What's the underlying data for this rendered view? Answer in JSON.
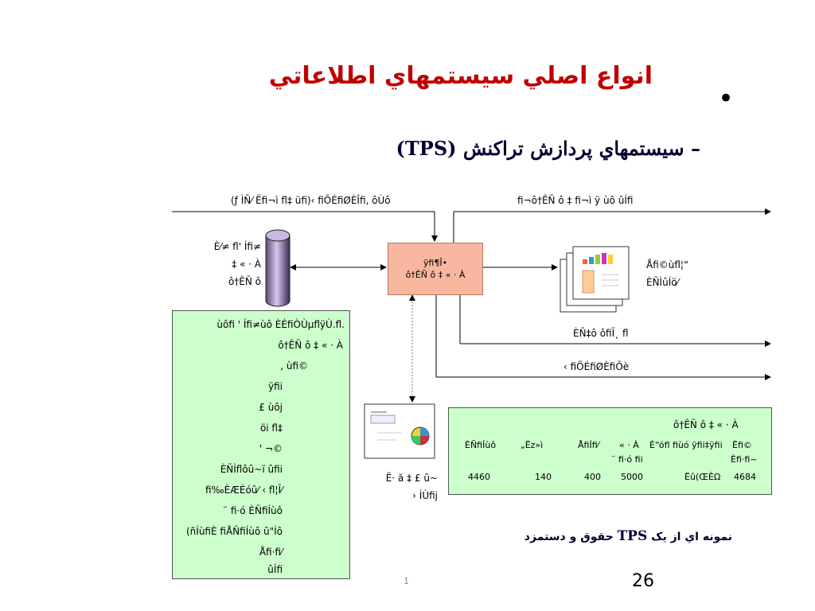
{
  "slide": {
    "title": "انواع اصلي سيستمهاي اطلاعاتي",
    "subtitle": "– سيستمهاي پردازش تراكنش (TPS)",
    "bullet": "•",
    "caption_pre": "نمونه اي از يک ",
    "caption_tps": "TPS",
    "caption_post": " حقوق و دستمزد",
    "page_number": "26",
    "slide_index": "1"
  },
  "diagram": {
    "top_left_label": "(ƒ ÌÑ⁄ Ëﬁ¬ì ﬂ‡ üﬁ)‹ ﬁÕÉﬁØÈÎﬁ‚ ôÙô",
    "top_right_label": "ﬁ¬ô†ÊÑ ô ‡ ﬁ¬ì ÿ ùô ûÍﬁ",
    "db_label": [
      "È⁄≠ ﬂ' Íﬁ≠",
      "‡ « · À",
      "ô†ÊÑ ô"
    ],
    "process_label": [
      "ÿﬁ¶Î•",
      "ô†ÊÑ ô ‡ « · À"
    ],
    "report_label": [
      "Åﬁ©ùﬂ¦“",
      "ÈÑÌûÍö⁄"
    ],
    "mid_right_label": "ÈÑ‡ô ôﬁÏ˛ ﬂ",
    "lower_right_label": "‹ ﬁÕÉﬁØÈﬁÕè",
    "paycheck_label": [
      "Ë· ã ‡ £ û~",
      "› ÍÙﬁj"
    ],
    "greenbox_lines": [
      "ùôﬁ ' Íﬁ≠ùô ÈÉﬁÒÙµﬂÿÙ.ﬂ.",
      "ô†ÊÑ ô ‡ « · À",
      ", ùﬁ©",
      "ÿﬁi",
      "£ ùôj",
      "öi ﬂ‡",
      "' ¬©",
      "ÈÑÌﬂôû~ï ûﬁi",
      "ﬁ‰ÈÆÉóû⁄ ‹ ﬂ¦Î⁄",
      "¨ ﬁ·ó ÈÑﬁÍùô",
      "(ñÍùﬁÈ ﬁÅÑﬁÍùô û\"Íô",
      "Åﬁ·ﬁ⁄",
      "ûÍﬁ"
    ]
  },
  "ledger": {
    "title": "ô†ÊÑ ô ‡ « · À",
    "headers": [
      "ÈÑﬁÍùô",
      "„Ëz»ì",
      "ÅﬁÍﬁ⁄",
      "« · À",
      "È“óﬂ ﬁùó ÿﬁi‡ÿﬁi",
      "Ëﬁ©"
    ],
    "subheaders": [
      "¨ ﬁ·ó ﬁi",
      "Èﬁ·ﬁ~"
    ],
    "values": [
      "4460",
      "140",
      "400",
      "5000",
      "Ëû(ŒÈΩ",
      "4684"
    ]
  }
}
